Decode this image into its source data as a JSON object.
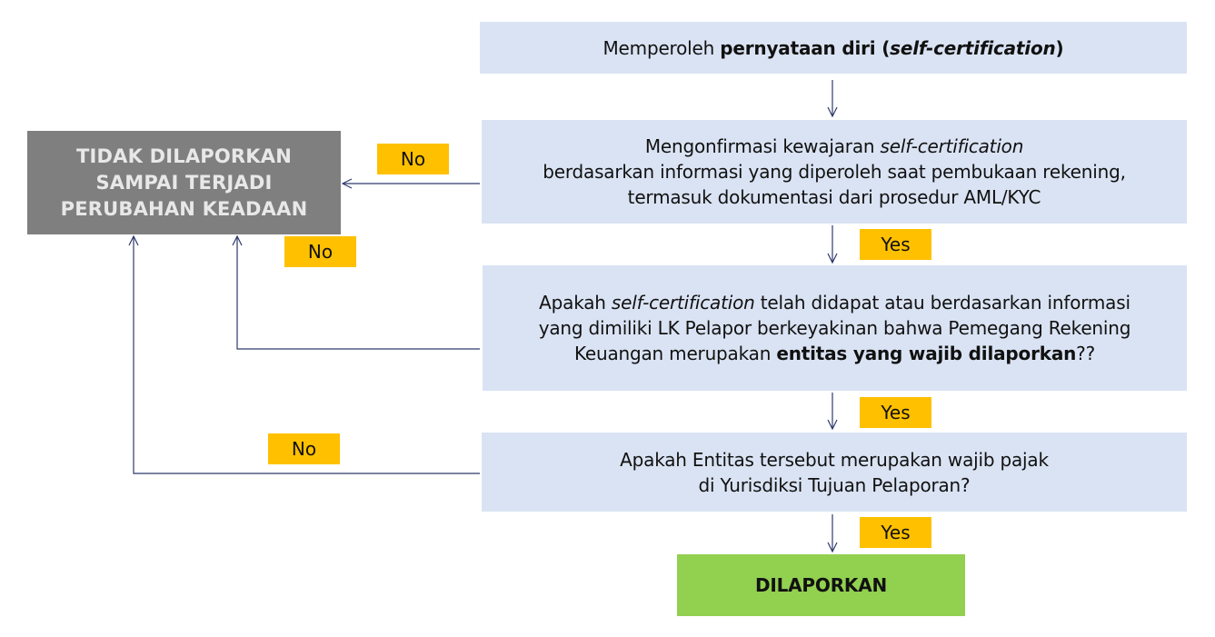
{
  "step1": {
    "text_a": "Memperoleh ",
    "bold_a": "pernyataan diri (",
    "bold_italic": "self-certification",
    "bold_b": ")"
  },
  "step2": {
    "text_a": "Mengonfirmasi kewajaran ",
    "italic": "self-certification",
    "line2": "berdasarkan informasi yang diperoleh saat pembukaan rekening,",
    "line3": "termasuk dokumentasi dari prosedur AML/KYC"
  },
  "step3": {
    "text_a": "Apakah ",
    "italic": "self-certification",
    "text_b": " telah didapat atau berdasarkan informasi",
    "line2": "yang dimiliki LK Pelapor berkeyakinan bahwa Pemegang Rekening",
    "line3_a": "Keuangan merupakan ",
    "bold": "entitas yang wajib dilaporkan",
    "line3_b": "??"
  },
  "step4": {
    "line1": "Apakah Entitas tersebut merupakan wajib pajak",
    "line2": "di Yurisdiksi Tujuan Pelaporan?"
  },
  "reported": {
    "label": "DILAPORKAN"
  },
  "not_reported": {
    "line1": "TIDAK DILAPORKAN",
    "line2": "SAMPAI TERJADI",
    "line3": "PERUBAHAN KEADAAN"
  },
  "labels": {
    "no_1": "No",
    "no_2": "No",
    "no_3": "No",
    "yes_1": "Yes",
    "yes_2": "Yes",
    "yes_3": "Yes"
  },
  "colors": {
    "process_box": "#dae3f3",
    "not_reported_box": "#7f7f7f",
    "reported_box": "#92d050",
    "label_tag": "#ffc000",
    "connector": "#2f3a6b"
  }
}
